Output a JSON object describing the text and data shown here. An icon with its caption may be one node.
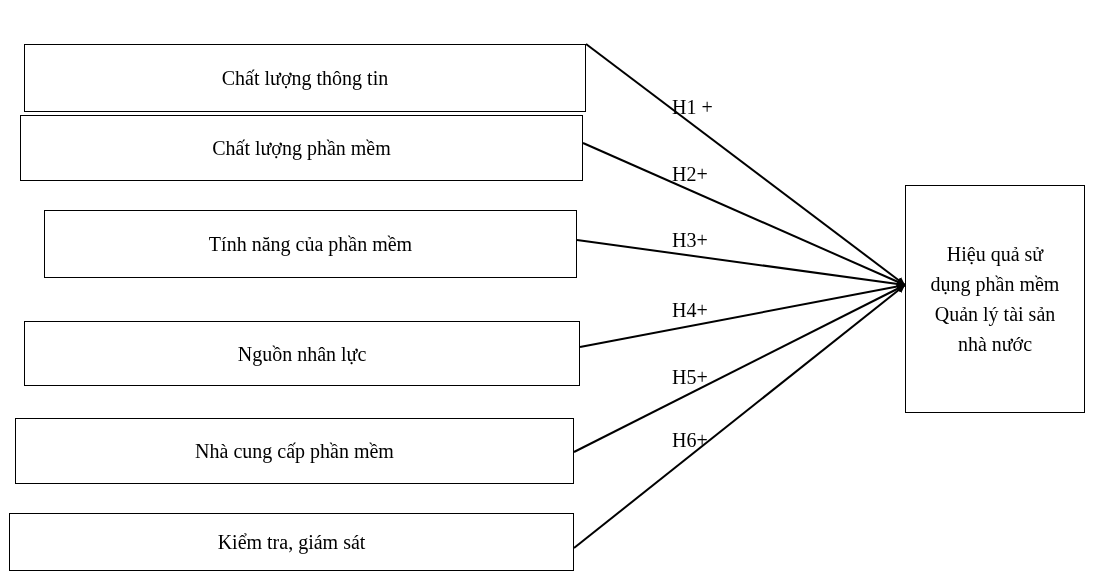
{
  "diagram": {
    "nodes": [
      {
        "text": [
          "Chất lượng thông tin"
        ]
      },
      {
        "text": [
          "Chất lượng phần mềm"
        ]
      },
      {
        "text": [
          "Tính năng của phần mềm"
        ]
      },
      {
        "text": [
          "Nguồn nhân lực"
        ]
      },
      {
        "text": [
          "Nhà cung cấp phần mềm"
        ]
      },
      {
        "text": [
          "Kiểm tra, giám sát"
        ]
      },
      {
        "text": [
          "Hiệu quả sử dụng phần mềm Quản lý tài sản nhà nước"
        ]
      }
    ],
    "edges": [
      {
        "from": 0,
        "to": 6,
        "arrow": "to",
        "label": "H1 +"
      },
      {
        "from": 1,
        "to": 6,
        "arrow": "to",
        "label": "H2+"
      },
      {
        "from": 2,
        "to": 6,
        "arrow": "to",
        "label": "H3+"
      },
      {
        "from": 3,
        "to": 6,
        "arrow": "to",
        "label": "H4+"
      },
      {
        "from": 4,
        "to": 6,
        "arrow": "to",
        "label": "H5+"
      },
      {
        "from": 5,
        "to": 6,
        "arrow": "to",
        "label": "H6+"
      }
    ]
  }
}
